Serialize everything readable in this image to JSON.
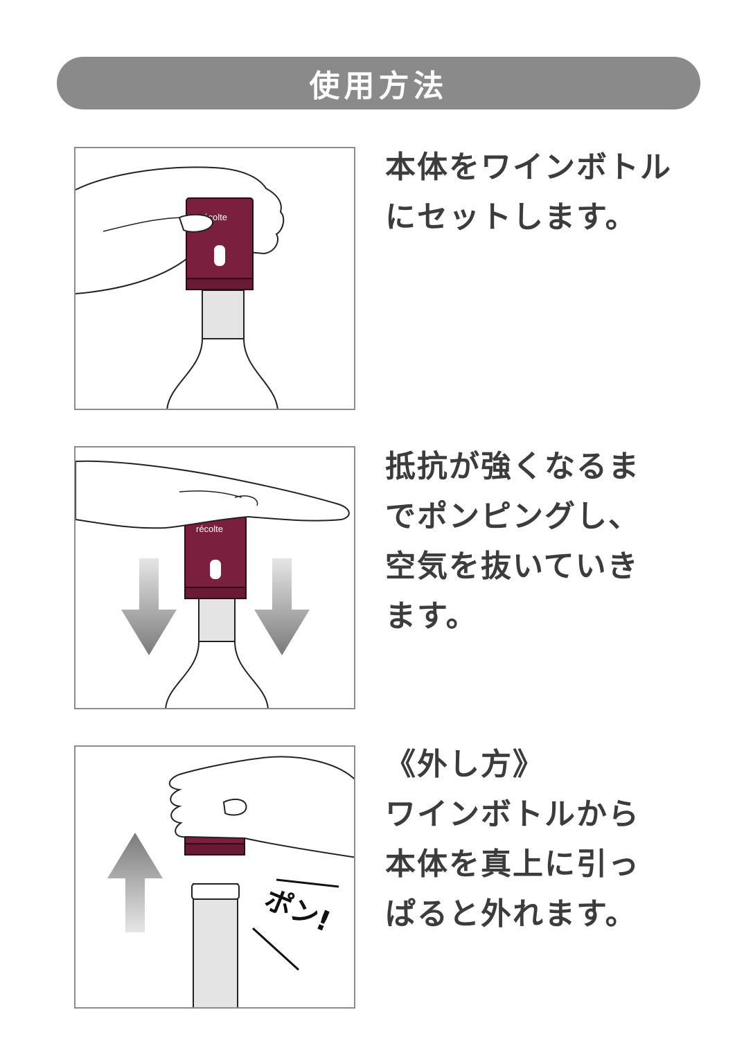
{
  "header": {
    "title": "使用方法"
  },
  "brand_text": "récolte",
  "colors": {
    "header_bg": "#8a8a8a",
    "device": "#7a1f3d",
    "arrow": "#8c8c8c"
  },
  "steps": [
    {
      "lines": [
        "本体をワインボトル",
        "にセットします。"
      ]
    },
    {
      "lines": [
        "抵抗が強くなるま",
        "でポンピングし、",
        "空気を抜いていき",
        "ます。"
      ]
    },
    {
      "lines": [
        "《外し方》",
        "ワインボトルから",
        "本体を真上に引っ",
        "ぱると外れます。"
      ]
    }
  ],
  "pop_text": "ポン!"
}
